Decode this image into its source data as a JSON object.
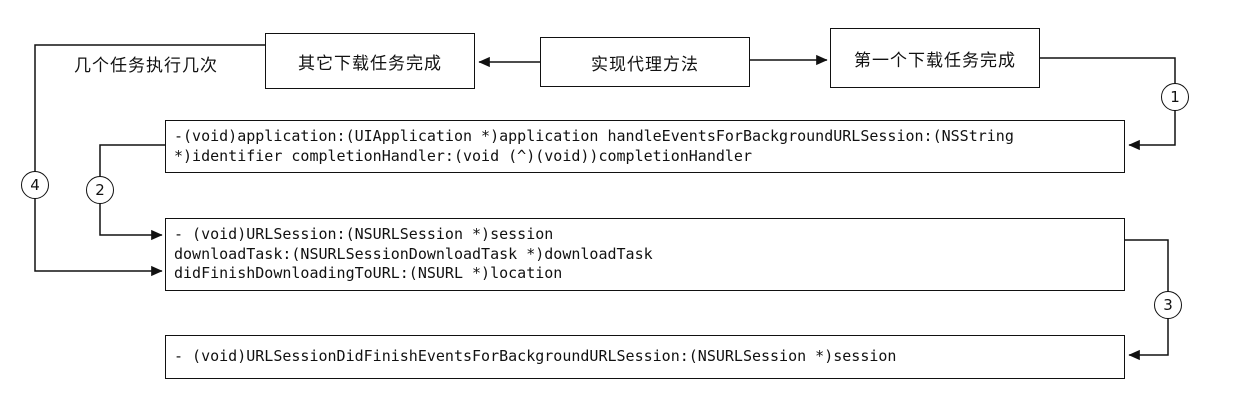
{
  "diagram": {
    "annotation": "几个任务执行几次",
    "top_boxes": {
      "left": "其它下载任务完成",
      "center": "实现代理方法",
      "right": "第一个下载任务完成"
    },
    "code_boxes": {
      "handle_events": {
        "line1": "-(void)application:(UIApplication *)application handleEventsForBackgroundURLSession:(NSString",
        "line2": "*)identifier completionHandler:(void (^)(void))completionHandler"
      },
      "did_finish_downloading": {
        "line1": "- (void)URLSession:(NSURLSession *)session",
        "line2": "downloadTask:(NSURLSessionDownloadTask *)downloadTask",
        "line3": "didFinishDownloadingToURL:(NSURL *)location"
      },
      "did_finish_events": {
        "line1": "- (void)URLSessionDidFinishEventsForBackgroundURLSession:(NSURLSession *)session"
      }
    },
    "steps": [
      "1",
      "2",
      "3",
      "4"
    ],
    "colors": {
      "line": "#111111",
      "background": "#ffffff"
    }
  }
}
